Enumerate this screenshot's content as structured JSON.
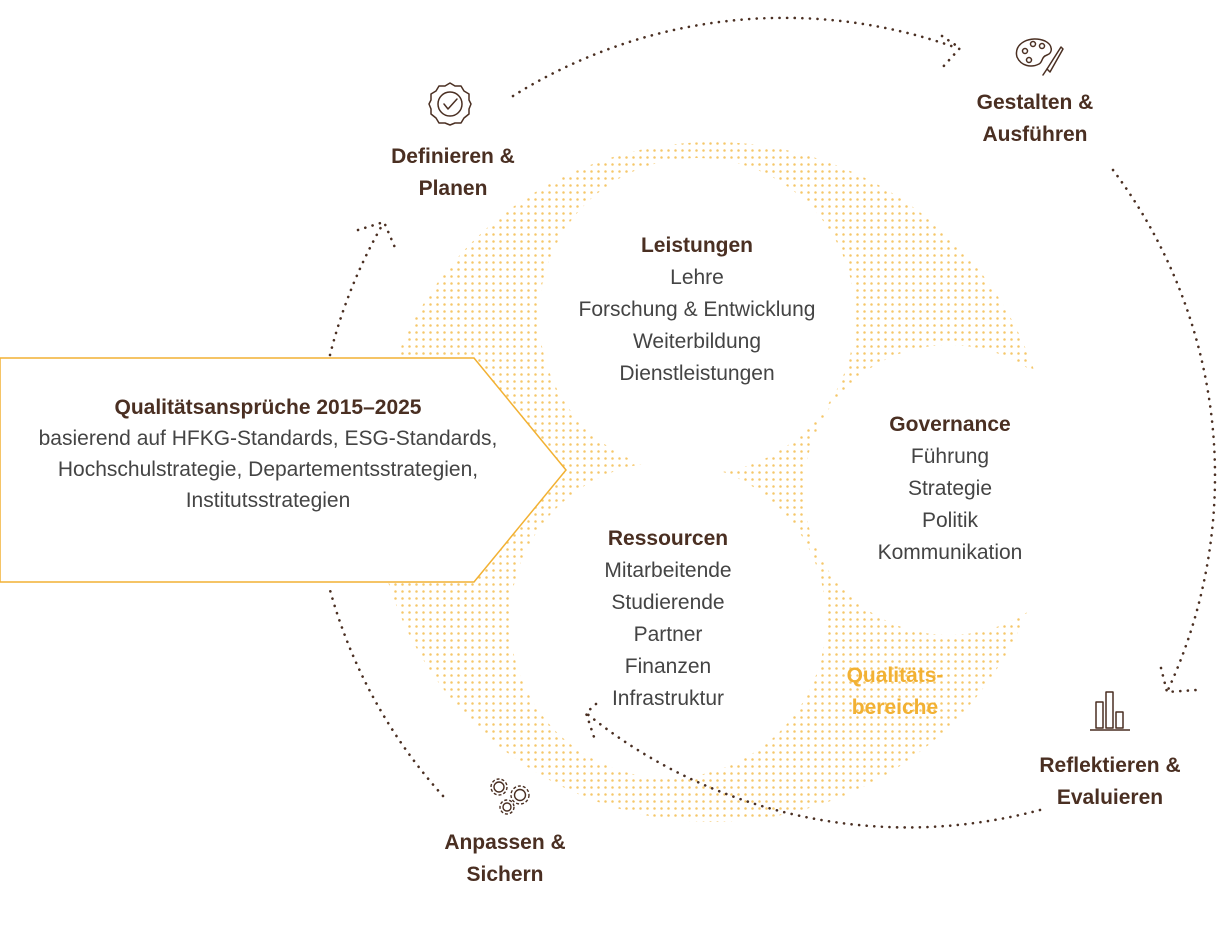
{
  "cycle_stages": [
    {
      "id": "define",
      "line1": "Definieren &",
      "line2": "Planen",
      "icon": "seal-check-icon"
    },
    {
      "id": "design",
      "line1": "Gestalten &",
      "line2": "Ausführen",
      "icon": "palette-brush-icon"
    },
    {
      "id": "reflect",
      "line1": "Reflektieren &",
      "line2": "Evaluieren",
      "icon": "bar-chart-icon"
    },
    {
      "id": "adapt",
      "line1": "Anpassen &",
      "line2": "Sichern",
      "icon": "gears-icon"
    }
  ],
  "areas": {
    "leistungen": {
      "title": "Leistungen",
      "items": [
        "Lehre",
        "Forschung & Entwicklung",
        "Weiterbildung",
        "Dienstleistungen"
      ]
    },
    "governance": {
      "title": "Governance",
      "items": [
        "Führung",
        "Strategie",
        "Politik",
        "Kommunikation"
      ]
    },
    "ressourcen": {
      "title": "Ressourcen",
      "items": [
        "Mitarbeitende",
        "Studierende",
        "Partner",
        "Finanzen",
        "Infrastruktur"
      ]
    }
  },
  "quality_areas_label": {
    "line1": "Qualitäts-",
    "line2": "bereiche"
  },
  "claims_box": {
    "title": "Qualitätsansprüche 2015–2025",
    "lines": [
      "basierend auf HFKG-Standards, ESG-Standards,",
      "Hochschulstrategie, Departementsstrategien,",
      "Institutsstrategien"
    ]
  },
  "colors": {
    "accent": "#f2b133",
    "dots": "#f5c76a",
    "heading": "#4a2f22",
    "text": "#444444",
    "cycle_dots": "#4a2f22"
  }
}
